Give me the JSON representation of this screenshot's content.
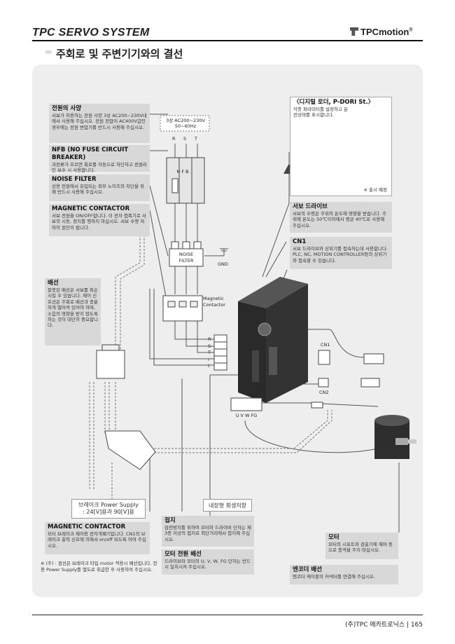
{
  "header": {
    "title": "TPC SERVO SYSTEM",
    "logo_text": "TPCmotion",
    "logo_reg": "®",
    "arrows": "‹‹‹",
    "section_title": "주회로 및 주변기기와의 결선"
  },
  "footer": {
    "company": "(주)TPC 메카트로닉스",
    "page": "165"
  },
  "left_boxes": {
    "power": {
      "title": "전원의 사양",
      "body": "서보가 허용하는 전원 사양 3상 AC200~230V내에서 사용해 주십시오. 전원 전압이 AC400V급인 경우에는 전원 변압기를 반드시 사용해 주십시오."
    },
    "nfb": {
      "title": "NFB (NO FUSE CIRCUIT BREAKER)",
      "body": "과전류가 흐르면 회로를 자동으로 차단하고 전원라인 보수 시 사용합니다."
    },
    "noise": {
      "title": "NOISE FILTER",
      "body": "상용 전원에서 유입되는 외부 노이즈의 차단을 위해 반드시 사용해 주십시오."
    },
    "mc": {
      "title": "MAGNETIC CONTACTOR",
      "body": "서보 전원을 ON/OFF합니다. 이 전자 접촉기로 서보의 시동, 정지를 행하지 마십시오. 서보 수명 저하의 원인이 됩니다."
    },
    "wiring": {
      "title": "배선",
      "body": "잘못된 배선은 서보를 파손 시킬 수 있습니다. 제어 신호선은 주회로 배선과 충분하게 떨어져 있어야 하며, 소음의 영향을 받지 않도록 하는 것이 대단히 중요합니다."
    },
    "brake_ps": {
      "line1": "브레이크 Power Supply",
      "line2": ": 24[V]용과 90[V]용"
    },
    "brake_mc": {
      "title": "MAGNETIC CONTACTOR",
      "body": "모터 브레이크 제어용 전자개폐기입니다. CN1의 브레이크 출력 신호에 의해서 on/off 되도록 하여 주십시오."
    },
    "note": "※ (주) : 점선은 브레이크 타입 motor 적용시 배선입니다. 전용 Power Supply를 별도로 취급한 후 사용하여 주십시오."
  },
  "right_boxes": {
    "loader": {
      "title": "〈디지털 로더, P-DORI St.〉",
      "body": "각종 파라미터를 설정하고 운전상태를 표시합니다.",
      "footnote": "※ 출시 예정"
    },
    "drive": {
      "title": "서보 드라이브",
      "body": "서보의 수명은 주위의 온도에 영향을 받습니다. 주위에 온도는 50℃이하에서 평균 40℃로 사용해 주십시오."
    },
    "cn1": {
      "title": "CN1",
      "body": "서보 드라이브와 상위기를 접속하는데 사용합니다. PLC, NC, MOTION CONTROLLER등의 상위기와 접속할 수 있습니다."
    },
    "regen": {
      "title": "내장형 회생저항"
    },
    "ground": {
      "title": "접지",
      "body": "감전방지를 위하여 모터와 드라이버 단자는 제 3종 이상의 접지로 최단거리에서 접지해 주십시오."
    },
    "motor_power": {
      "title": "모터 전원 배선",
      "body": "드라이브와 모터의 U, V, W, FG 단자는 반드시 일치시켜 주십시오."
    },
    "motor": {
      "title": "모터",
      "body": "모터의 시프트와 검출기에 해머 등으로 충격을 주지 마십시오."
    },
    "encoder": {
      "title": "엔코더 배선",
      "body": "엔코더 케이블의 커넥터를 연결해 주십시오."
    }
  },
  "diagram_labels": {
    "supply_line1": "3상 AC200~230V",
    "supply_line2": "50~60Hz",
    "phase_r": "R",
    "phase_s": "S",
    "phase_t": "T",
    "nfb": "N F B",
    "noise_filter_1": "NOISE",
    "noise_filter_2": "FILTER",
    "gnd": "GND",
    "mc_1": "Magnetic",
    "mc_2": "Contactor",
    "terminals": [
      "R",
      "S",
      "T",
      "r",
      "t"
    ],
    "cn1": "CN1",
    "cn2": "CN2",
    "uvwfg": "U V W FG"
  }
}
